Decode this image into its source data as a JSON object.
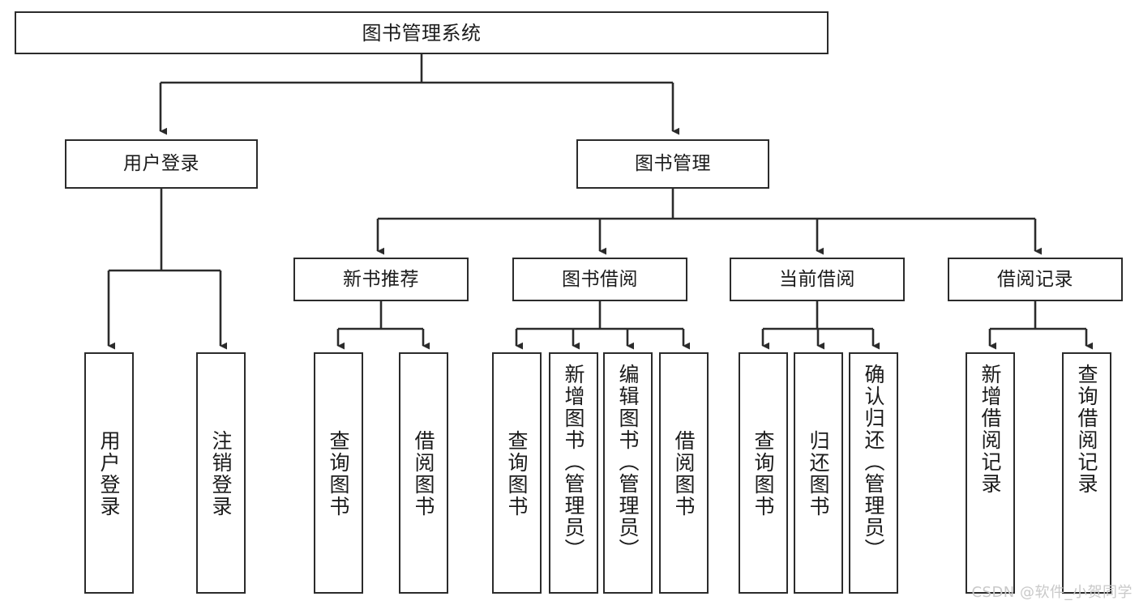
{
  "diagram": {
    "type": "tree-hierarchy",
    "orientation": "top-down",
    "watermark": "CSDN @软件_小贺同学",
    "colors": {
      "background": "#ffffff",
      "border": "#2b2b2b",
      "text": "#1b1b1b",
      "edge": "#2b2b2b",
      "watermark": "#c9c9c9"
    },
    "root": {
      "label": "图书管理系统"
    },
    "level2": [
      {
        "label": "用户登录"
      },
      {
        "label": "图书管理"
      }
    ],
    "level3": [
      {
        "label": "新书推荐"
      },
      {
        "label": "图书借阅"
      },
      {
        "label": "当前借阅"
      },
      {
        "label": "借阅记录"
      }
    ],
    "leaves": {
      "user_login": [
        {
          "label": "用户登录"
        },
        {
          "label": "注销登录"
        }
      ],
      "new_book": [
        {
          "label": "查询图书"
        },
        {
          "label": "借阅图书"
        }
      ],
      "book_borrow": [
        {
          "label": "查询图书"
        },
        {
          "label": "新增图书（管理员）"
        },
        {
          "label": "编辑图书（管理员）"
        },
        {
          "label": "借阅图书"
        }
      ],
      "current_borrow": [
        {
          "label": "查询图书"
        },
        {
          "label": "归还图书"
        },
        {
          "label": "确认归还（管理员）"
        }
      ],
      "borrow_record": [
        {
          "label": "新增借阅记录"
        },
        {
          "label": "查询借阅记录"
        }
      ]
    }
  }
}
